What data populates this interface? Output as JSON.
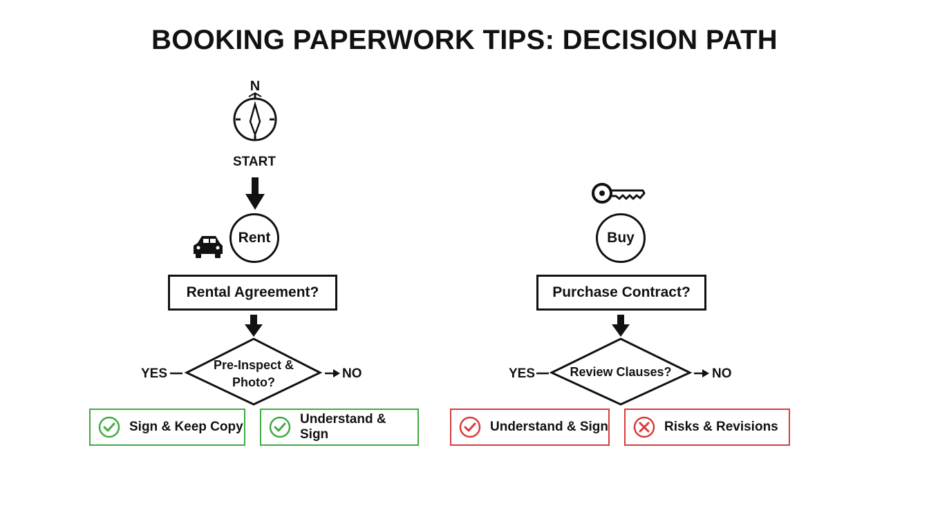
{
  "title": "BOOKING PAPERWORK TIPS: DECISION PATH",
  "compass": {
    "icon": "compass-icon",
    "letter": "N"
  },
  "start": {
    "label": "START"
  },
  "rent_branch": {
    "icon": "car-icon",
    "node": "Rent",
    "question": "Rental Agreement?",
    "decision": "Pre-Inspect & Photo?",
    "yes_label": "YES",
    "no_label": "NO",
    "outcomes": [
      {
        "label": "Sign & Keep Copy",
        "icon": "check-circle-icon",
        "color": "#3faa3f"
      },
      {
        "label": "Understand & Sign",
        "icon": "check-circle-icon",
        "color": "#3faa3f"
      }
    ]
  },
  "buy_branch": {
    "icon": "key-icon",
    "node": "Buy",
    "question": "Purchase Contract?",
    "decision": "Review Clauses?",
    "yes_label": "YES",
    "no_label": "NO",
    "outcomes": [
      {
        "label": "Understand & Sign",
        "icon": "check-circle-icon",
        "color": "#d83a3a"
      },
      {
        "label": "Risks & Revisions",
        "icon": "x-circle-icon",
        "color": "#d83a3a"
      }
    ]
  }
}
